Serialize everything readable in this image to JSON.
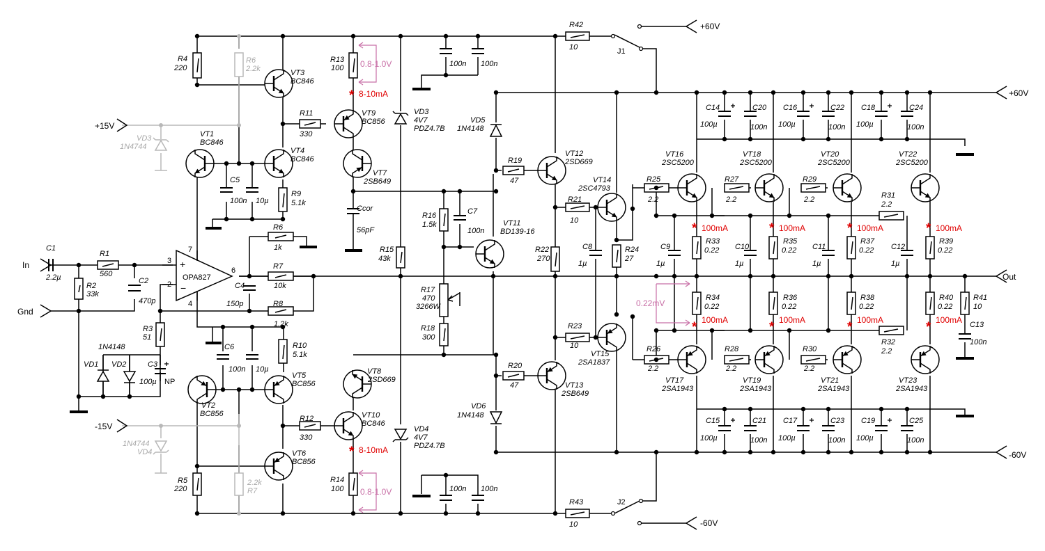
{
  "ports": {
    "in": "In",
    "gnd": "Gnd",
    "out": "Out",
    "p15": "+15V",
    "m15": "-15V",
    "p60_top": "+60V",
    "p60_right": "+60V",
    "m60_right": "-60V",
    "m60_bottom": "-60V"
  },
  "colors": {
    "wire": "#000000",
    "inactive": "#b8b8b8",
    "measure": "#c86fa6",
    "current_mark": "#e00000"
  },
  "labels": {
    "R1": [
      "R1",
      "560"
    ],
    "R2": [
      "R2",
      "33k"
    ],
    "R3": [
      "R3",
      "51"
    ],
    "R4": [
      "R4",
      "220"
    ],
    "R5": [
      "R5",
      "220"
    ],
    "R6a": [
      "R6",
      "2.2k"
    ],
    "R6b": [
      "R6",
      "1k"
    ],
    "R7a": [
      "2.2k",
      "R7"
    ],
    "R7b": [
      "R7",
      "10k"
    ],
    "R8": [
      "R8",
      "1.2k"
    ],
    "R9": [
      "R9",
      "5.1k"
    ],
    "R10": [
      "R10",
      "5.1k"
    ],
    "R11": [
      "R11",
      "330"
    ],
    "R12": [
      "R12",
      "330"
    ],
    "R13": [
      "R13",
      "100"
    ],
    "R14": [
      "R14",
      "100"
    ],
    "R15": [
      "R15",
      "43k"
    ],
    "R16": [
      "R16",
      "1.5k"
    ],
    "R17": [
      "R17",
      "470",
      "3266W"
    ],
    "R18": [
      "R18",
      "300"
    ],
    "R19": [
      "R19",
      "47"
    ],
    "R20": [
      "R20",
      "47"
    ],
    "R21": [
      "R21",
      "10"
    ],
    "R22": [
      "R22",
      "270"
    ],
    "R23": [
      "R23",
      "10"
    ],
    "R24": [
      "R24",
      "27"
    ],
    "R25": [
      "R25",
      "2.2"
    ],
    "R26": [
      "R26",
      "2.2"
    ],
    "R27": [
      "R27",
      "2.2"
    ],
    "R28": [
      "R28",
      "2.2"
    ],
    "R29": [
      "R29",
      "2.2"
    ],
    "R30": [
      "R30",
      "2.2"
    ],
    "R31": [
      "R31",
      "2.2"
    ],
    "R32": [
      "R32",
      "2.2"
    ],
    "R33": [
      "R33",
      "0.22"
    ],
    "R34": [
      "R34",
      "0.22"
    ],
    "R35": [
      "R35",
      "0.22"
    ],
    "R36": [
      "R36",
      "0.22"
    ],
    "R37": [
      "R37",
      "0.22"
    ],
    "R38": [
      "R38",
      "0.22"
    ],
    "R39": [
      "R39",
      "0.22"
    ],
    "R40": [
      "R40",
      "0.22"
    ],
    "R41": [
      "R41",
      "10"
    ],
    "R42": [
      "R42",
      "10"
    ],
    "R43": [
      "R43",
      "10"
    ],
    "C1": [
      "C1",
      "2.2µ"
    ],
    "C2": [
      "C2",
      "470p"
    ],
    "C3": [
      "C3",
      "100µ",
      "NP"
    ],
    "C4": [
      "C4",
      "150p"
    ],
    "C5": [
      "C5",
      "100n"
    ],
    "C5b": [
      "10µ"
    ],
    "C6": [
      "C6",
      "100n"
    ],
    "C6b": [
      "10µ"
    ],
    "C7": [
      "C7",
      "100n"
    ],
    "C8": [
      "C8",
      "1µ"
    ],
    "C9": [
      "C9",
      "1µ"
    ],
    "C10": [
      "C10",
      "1µ"
    ],
    "C11": [
      "C11",
      "1µ"
    ],
    "C12": [
      "C12",
      "1µ"
    ],
    "C13": [
      "C13",
      "100n"
    ],
    "C14": [
      "C14",
      "100µ"
    ],
    "C15": [
      "C15",
      "100µ"
    ],
    "C16": [
      "C16",
      "100µ"
    ],
    "C17": [
      "C17",
      "100µ"
    ],
    "C18": [
      "C18",
      "100µ"
    ],
    "C19": [
      "C19",
      "100µ"
    ],
    "C20": [
      "C20",
      "100n"
    ],
    "C21": [
      "C21",
      "100n"
    ],
    "C22": [
      "C22",
      "100n"
    ],
    "C23": [
      "C23",
      "100n"
    ],
    "C24": [
      "C24",
      "100n"
    ],
    "C25": [
      "C25",
      "100n"
    ],
    "Ctop1": [
      "100n"
    ],
    "Ctop2": [
      "100n"
    ],
    "Cbot1": [
      "100n"
    ],
    "Cbot2": [
      "100n"
    ],
    "Ccor": [
      "Ccor",
      "56pF"
    ],
    "VT1": [
      "VT1",
      "BC846"
    ],
    "VT2": [
      "VT2",
      "BC856"
    ],
    "VT3": [
      "VT3",
      "BC846"
    ],
    "VT4": [
      "VT4",
      "BC846"
    ],
    "VT5": [
      "VT5",
      "BC856"
    ],
    "VT6": [
      "VT6",
      "BC856"
    ],
    "VT7": [
      "VT7",
      "2SB649"
    ],
    "VT8": [
      "VT8",
      "2SD669"
    ],
    "VT9": [
      "VT9",
      "BC856"
    ],
    "VT10": [
      "VT10",
      "BC846"
    ],
    "VT11": [
      "VT11",
      "BD139-16"
    ],
    "VT12": [
      "VT12",
      "2SD669"
    ],
    "VT13": [
      "VT13",
      "2SB649"
    ],
    "VT14": [
      "VT14",
      "2SC4793"
    ],
    "VT15": [
      "VT15",
      "2SA1837"
    ],
    "VT16": [
      "VT16",
      "2SC5200"
    ],
    "VT17": [
      "VT17",
      "2SA1943"
    ],
    "VT18": [
      "VT18",
      "2SC5200"
    ],
    "VT19": [
      "VT19",
      "2SA1943"
    ],
    "VT20": [
      "VT20",
      "2SC5200"
    ],
    "VT21": [
      "VT21",
      "2SA1943"
    ],
    "VT22": [
      "VT22",
      "2SC5200"
    ],
    "VT23": [
      "VT23",
      "2SA1943"
    ],
    "VD1": [
      "VD1"
    ],
    "VD2": [
      "VD2"
    ],
    "VD12": [
      "1N4148"
    ],
    "VD3a": [
      "VD3",
      "1N4744"
    ],
    "VD3b": [
      "VD3",
      "4V7",
      "PDZ4.7B"
    ],
    "VD4a": [
      "1N4744",
      "VD4"
    ],
    "VD4b": [
      "VD4",
      "4V7",
      "PDZ4.7B"
    ],
    "VD5": [
      "VD5",
      "1N4148"
    ],
    "VD6": [
      "VD6",
      "1N4148"
    ],
    "U1": [
      "OPA827"
    ],
    "U1pins": [
      "7",
      "3",
      "2",
      "6",
      "4"
    ],
    "J1": [
      "J1"
    ],
    "J2": [
      "J2"
    ]
  },
  "annotations": {
    "current_vas": "8-10mA",
    "current_out": "100mA",
    "voltage_vas": "0.8-1.0V",
    "voltage_out": "0.22mV",
    "star": "*"
  }
}
